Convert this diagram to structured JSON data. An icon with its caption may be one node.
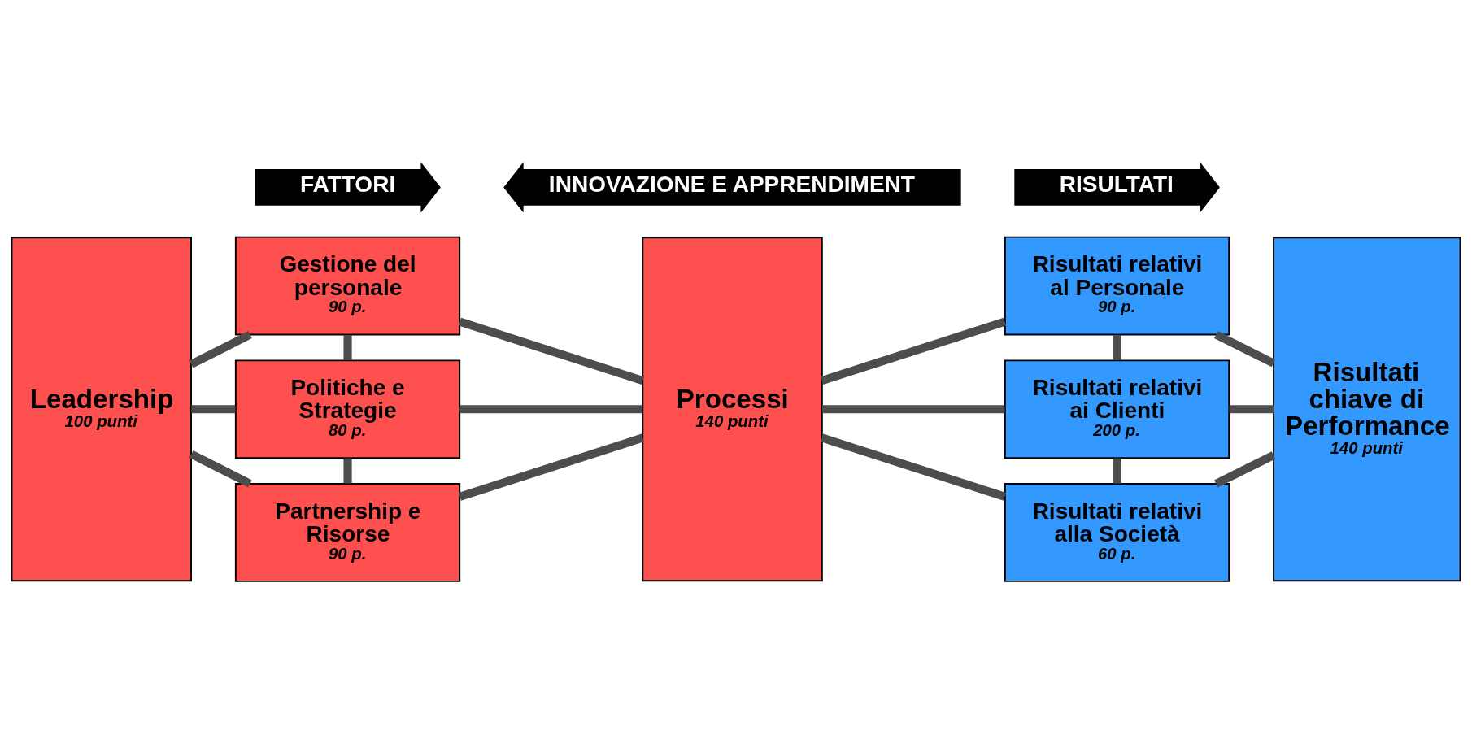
{
  "diagram": {
    "nodes": [
      {
        "text": [
          "FATTORI"
        ]
      },
      {
        "text": [
          "RISULTATI"
        ]
      },
      {
        "text": [
          "Leadership",
          "100 punti"
        ]
      },
      {
        "text": [
          "Gestione del personale",
          "90 p."
        ]
      },
      {
        "text": [
          "Politiche e Strategie",
          "80 p."
        ]
      },
      {
        "text": [
          "Partnership e Risorse",
          "90 p."
        ]
      },
      {
        "text": [
          "Processi",
          "140 punti"
        ]
      },
      {
        "text": [
          "Risultati relativi al Personale",
          "90 p."
        ]
      },
      {
        "text": [
          "Risultati relativi ai Clienti",
          "200 p."
        ]
      },
      {
        "text": [
          "Risultati relativi alla Società",
          "60 p."
        ]
      },
      {
        "text": [
          "Risultati chiave di Performance",
          "140 punti"
        ]
      },
      {
        "text": [
          "INNOVAZIONE E APPRENDIMENT"
        ]
      }
    ],
    "edges": [
      {
        "from": 2,
        "to": 3,
        "arrow": "none"
      },
      {
        "from": 2,
        "to": 4,
        "arrow": "none"
      },
      {
        "from": 2,
        "to": 5,
        "arrow": "none"
      },
      {
        "from": 3,
        "to": 4,
        "arrow": "none"
      },
      {
        "from": 4,
        "to": 5,
        "arrow": "none"
      },
      {
        "from": 3,
        "to": 6,
        "arrow": "none"
      },
      {
        "from": 4,
        "to": 6,
        "arrow": "none"
      },
      {
        "from": 5,
        "to": 6,
        "arrow": "none"
      },
      {
        "from": 6,
        "to": 7,
        "arrow": "none"
      },
      {
        "from": 6,
        "to": 8,
        "arrow": "none"
      },
      {
        "from": 6,
        "to": 9,
        "arrow": "none"
      },
      {
        "from": 7,
        "to": 8,
        "arrow": "none"
      },
      {
        "from": 8,
        "to": 9,
        "arrow": "none"
      },
      {
        "from": 7,
        "to": 10,
        "arrow": "none"
      },
      {
        "from": 8,
        "to": 10,
        "arrow": "none"
      },
      {
        "from": 9,
        "to": 10,
        "arrow": "none"
      }
    ]
  }
}
